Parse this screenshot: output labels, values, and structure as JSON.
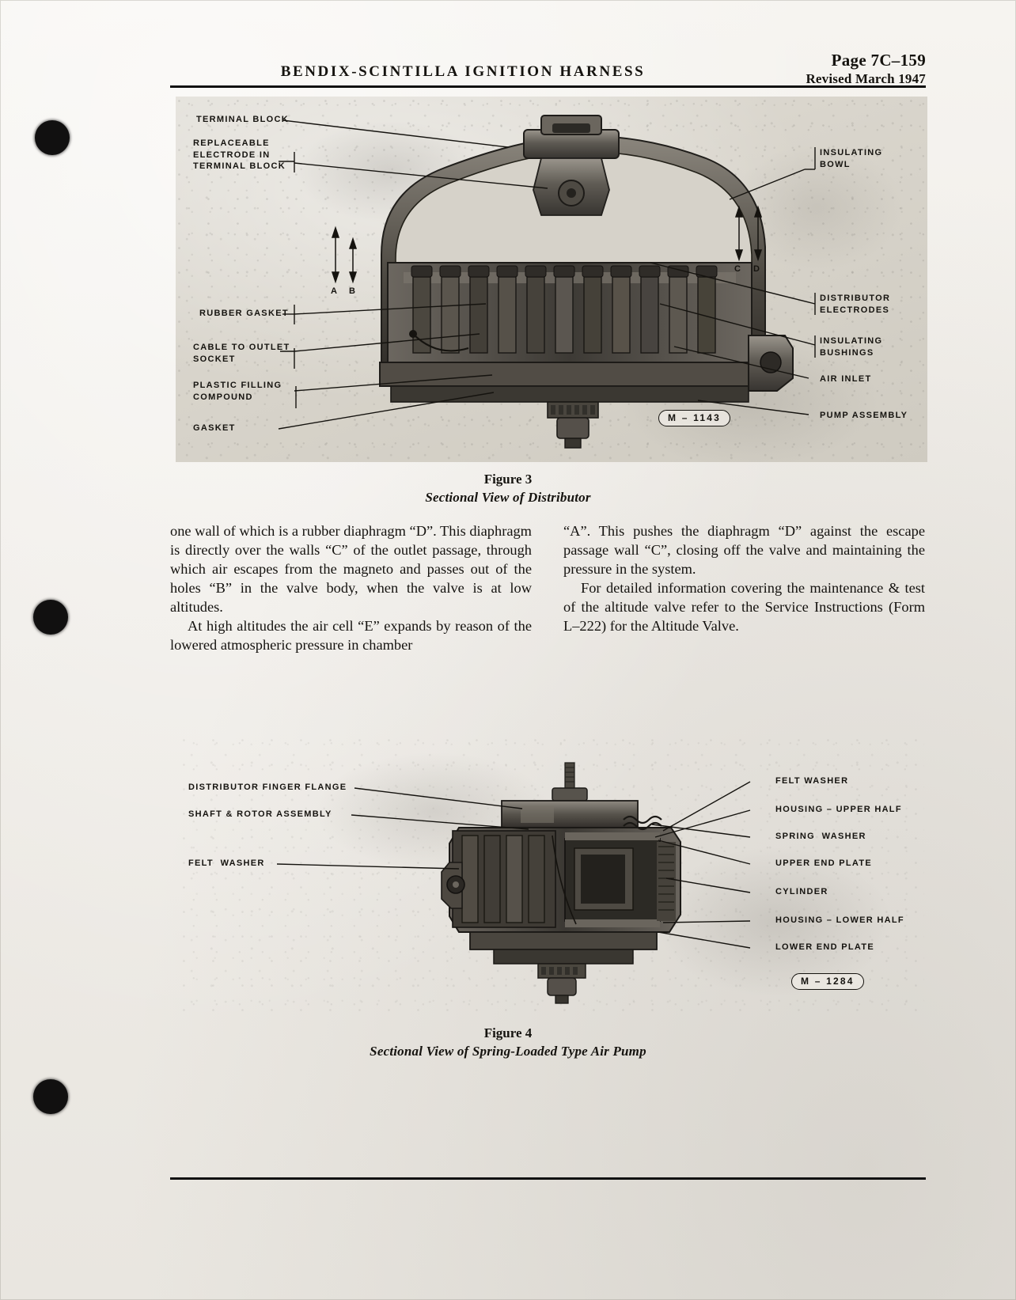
{
  "header": {
    "running_head": "BENDIX-SCINTILLA IGNITION HARNESS",
    "page_number": "Page 7C–159",
    "revision": "Revised March 1947"
  },
  "figure3": {
    "mtag": "M – 1143",
    "caption_number": "Figure 3",
    "caption_title": "Sectional View of Distributor",
    "dimension_letters": [
      "A",
      "B",
      "C",
      "D"
    ],
    "labels_left": [
      {
        "text": "TERMINAL BLOCK"
      },
      {
        "text": "REPLACEABLE\nELECTRODE IN\nTERMINAL BLOCK"
      },
      {
        "text": "RUBBER GASKET"
      },
      {
        "text": "CABLE TO OUTLET\nSOCKET"
      },
      {
        "text": "PLASTIC FILLING\nCOMPOUND"
      },
      {
        "text": "GASKET"
      }
    ],
    "labels_right": [
      {
        "text": "INSULATING\nBOWL"
      },
      {
        "text": "DISTRIBUTOR\nELECTRODES"
      },
      {
        "text": "INSULATING\nBUSHINGS"
      },
      {
        "text": "AIR INLET"
      },
      {
        "text": "PUMP ASSEMBLY"
      }
    ]
  },
  "figure4": {
    "mtag": "M – 1284",
    "caption_number": "Figure 4",
    "caption_title": "Sectional View of Spring-Loaded Type Air Pump",
    "labels_left": [
      {
        "text": "DISTRIBUTOR FINGER FLANGE"
      },
      {
        "text": "SHAFT & ROTOR ASSEMBLY"
      },
      {
        "text": "FELT  WASHER"
      }
    ],
    "labels_right": [
      {
        "text": "FELT WASHER"
      },
      {
        "text": "HOUSING – UPPER HALF"
      },
      {
        "text": "SPRING  WASHER"
      },
      {
        "text": "UPPER END PLATE"
      },
      {
        "text": "CYLINDER"
      },
      {
        "text": "HOUSING – LOWER HALF"
      },
      {
        "text": "LOWER END PLATE"
      }
    ]
  },
  "body": {
    "left_column": [
      "one wall of which is a rubber diaphragm “D”. This diaphragm is directly over the walls “C” of the outlet passage, through which air escapes from the magneto and passes out of the holes “B” in the valve body, when the valve is at low altitudes.",
      "At high altitudes the air cell “E” expands by reason of the lowered atmospheric pressure in chamber"
    ],
    "right_column": [
      "“A”. This pushes the diaphragm “D” against the escape passage wall “C”, closing off the valve and maintaining the pressure in the system.",
      "For detailed information covering the maintenance & test of the altitude valve refer to the Service Instructions (Form L–222) for the Altitude Valve."
    ]
  }
}
